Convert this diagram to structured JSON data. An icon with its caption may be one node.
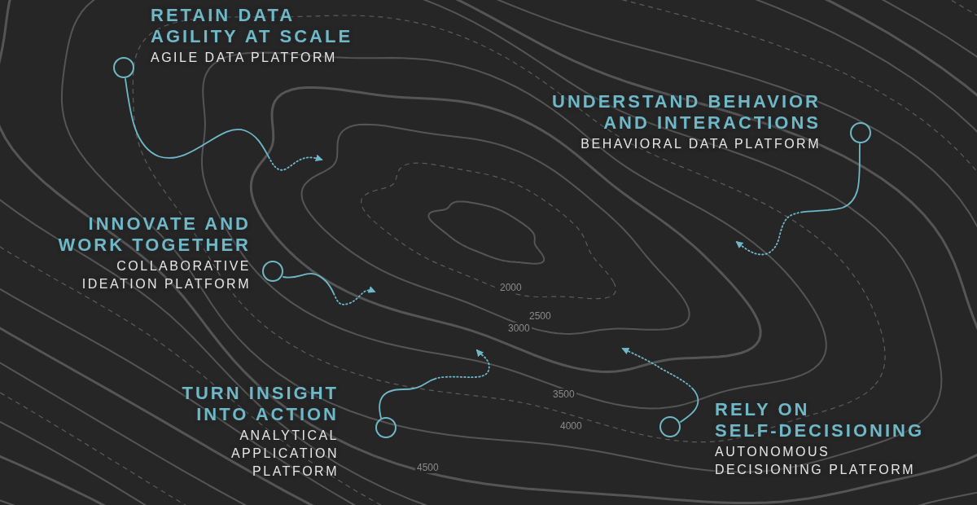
{
  "diagram": {
    "nodes": [
      {
        "text": [],
        "shape": "circle",
        "beside": [
          "RETAIN DATA AGILITY AT SCALE",
          "AGILE DATA PLATFORM"
        ]
      },
      {
        "text": [],
        "shape": "circle",
        "beside": [
          "UNDERSTAND BEHAVIOR AND INTERACTIONS",
          "BEHAVIORAL DATA PLATFORM"
        ]
      },
      {
        "text": [],
        "shape": "circle",
        "beside": [
          "INNOVATE AND WORK TOGETHER",
          "COLLABORATIVE IDEATION PLATFORM"
        ]
      },
      {
        "text": [],
        "shape": "circle",
        "beside": [
          "TURN INSIGHT INTO ACTION",
          "ANALYTICAL APPLICATION PLATFORM"
        ]
      },
      {
        "text": [],
        "shape": "circle",
        "beside": [
          "RELY ON SELF-DECISIONING",
          "AUTONOMOUS DECISIONING PLATFORM"
        ]
      }
    ],
    "edges": [
      {
        "from": 0,
        "to": null,
        "arrow": "to"
      },
      {
        "from": 1,
        "to": null,
        "arrow": "to"
      },
      {
        "from": 2,
        "to": null,
        "arrow": "to"
      },
      {
        "from": 3,
        "to": null,
        "arrow": "to"
      },
      {
        "from": 4,
        "to": null,
        "arrow": "to"
      }
    ],
    "labels": [
      "2000",
      "2500",
      "3000",
      "3500",
      "4000",
      "4500"
    ]
  }
}
